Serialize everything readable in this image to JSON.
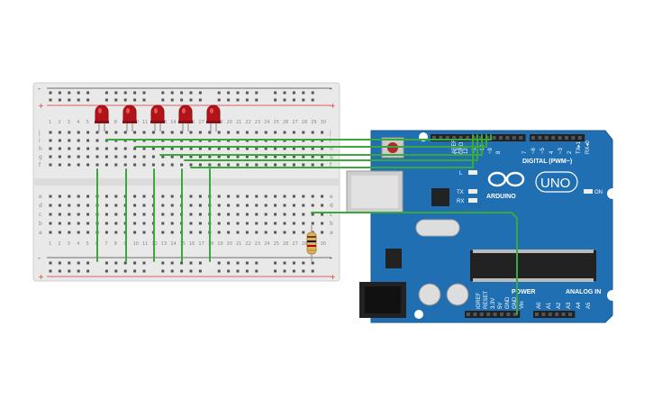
{
  "colors": {
    "board": "#1f6fb2",
    "board_edge": "#185a92",
    "breadboard": "#e9e9e9",
    "wire": "#3aa83a",
    "led": "#b3141a",
    "rail_red": "#d33",
    "rail_black": "#444"
  },
  "breadboard": {
    "column_numbers": [
      "1",
      "2",
      "3",
      "4",
      "5",
      "6",
      "7",
      "8",
      "9",
      "10",
      "11",
      "12",
      "13",
      "14",
      "15",
      "16",
      "17",
      "18",
      "19",
      "20",
      "21",
      "22",
      "23",
      "24",
      "25",
      "26",
      "27",
      "28",
      "29",
      "30"
    ],
    "top_rows": [
      "j",
      "i",
      "h",
      "g",
      "f"
    ],
    "bottom_rows": [
      "e",
      "d",
      "c",
      "b",
      "a"
    ],
    "plus": "+",
    "minus": "-"
  },
  "arduino": {
    "brand": "ARDUINO",
    "model": "UNO",
    "digital_label": "DIGITAL (PWM~)",
    "power_label": "POWER",
    "analog_label": "ANALOG IN",
    "on_label": "ON",
    "l_label": "L",
    "tx_label": "TX",
    "rx_label": "RX",
    "aref": "AREF",
    "gnd_top": "GND",
    "digital_pins": [
      "13",
      "12",
      "~11",
      "~10",
      "~9",
      "8",
      "7",
      "~6",
      "~5",
      "4",
      "~3",
      "2",
      "TX▸1",
      "RX◂0"
    ],
    "power_pins": [
      "IOREF",
      "RESET",
      "3.3V",
      "5V",
      "GND",
      "GND",
      "Vin"
    ],
    "analog_pins": [
      "A0",
      "A1",
      "A2",
      "A3",
      "A4",
      "A5"
    ]
  },
  "leds": [
    {
      "color": "red"
    },
    {
      "color": "red"
    },
    {
      "color": "red"
    },
    {
      "color": "red"
    },
    {
      "color": "red"
    }
  ]
}
